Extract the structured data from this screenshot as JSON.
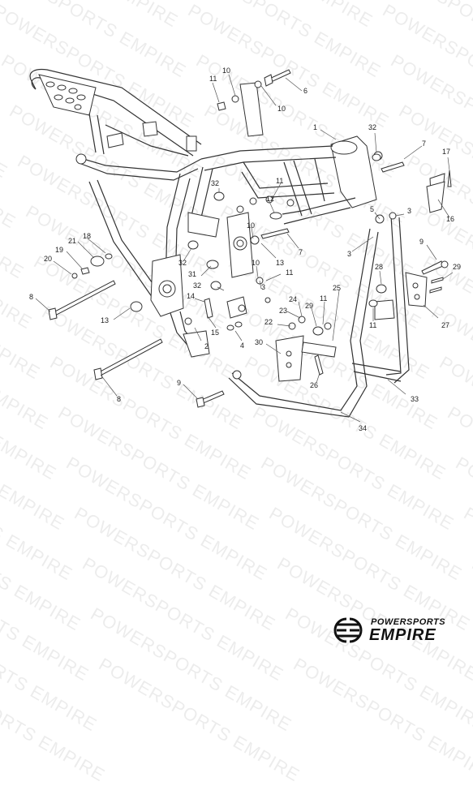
{
  "watermark": {
    "text": "POWERSPORTS EMPIRE"
  },
  "callouts": [
    {
      "id": "c1",
      "label": "1"
    },
    {
      "id": "c2",
      "label": "2"
    },
    {
      "id": "c3a",
      "label": "3"
    },
    {
      "id": "c3b",
      "label": "3"
    },
    {
      "id": "c3c",
      "label": "3"
    },
    {
      "id": "c4",
      "label": "4"
    },
    {
      "id": "c5",
      "label": "5"
    },
    {
      "id": "c6",
      "label": "6"
    },
    {
      "id": "c7a",
      "label": "7"
    },
    {
      "id": "c7b",
      "label": "7"
    },
    {
      "id": "c8a",
      "label": "8"
    },
    {
      "id": "c8b",
      "label": "8"
    },
    {
      "id": "c9a",
      "label": "9"
    },
    {
      "id": "c9b",
      "label": "9"
    },
    {
      "id": "c10a",
      "label": "10"
    },
    {
      "id": "c10b",
      "label": "10"
    },
    {
      "id": "c10c",
      "label": "10"
    },
    {
      "id": "c10d",
      "label": "10"
    },
    {
      "id": "c11a",
      "label": "11"
    },
    {
      "id": "c11b",
      "label": "11"
    },
    {
      "id": "c11c",
      "label": "11"
    },
    {
      "id": "c11d",
      "label": "11"
    },
    {
      "id": "c11e",
      "label": "11"
    },
    {
      "id": "c12",
      "label": "12"
    },
    {
      "id": "c13a",
      "label": "13"
    },
    {
      "id": "c13b",
      "label": "13"
    },
    {
      "id": "c14",
      "label": "14"
    },
    {
      "id": "c15",
      "label": "15"
    },
    {
      "id": "c16",
      "label": "16"
    },
    {
      "id": "c17",
      "label": "17"
    },
    {
      "id": "c18",
      "label": "18"
    },
    {
      "id": "c19",
      "label": "19"
    },
    {
      "id": "c20",
      "label": "20"
    },
    {
      "id": "c21",
      "label": "21"
    },
    {
      "id": "c22",
      "label": "22"
    },
    {
      "id": "c23",
      "label": "23"
    },
    {
      "id": "c24",
      "label": "24"
    },
    {
      "id": "c25",
      "label": "25"
    },
    {
      "id": "c26",
      "label": "26"
    },
    {
      "id": "c27",
      "label": "27"
    },
    {
      "id": "c28",
      "label": "28"
    },
    {
      "id": "c29a",
      "label": "29"
    },
    {
      "id": "c29b",
      "label": "29"
    },
    {
      "id": "c30",
      "label": "30"
    },
    {
      "id": "c31",
      "label": "31"
    },
    {
      "id": "c32a",
      "label": "32"
    },
    {
      "id": "c32b",
      "label": "32"
    },
    {
      "id": "c32c",
      "label": "32"
    },
    {
      "id": "c32d",
      "label": "32"
    },
    {
      "id": "c33",
      "label": "33"
    },
    {
      "id": "c34",
      "label": "34"
    }
  ],
  "logo": {
    "line1": "POWERSPORTS",
    "line2": "EMPIRE",
    "mark_icon": "ee-monogram-icon"
  },
  "colors": {
    "line": "#333333",
    "label": "#222222",
    "watermark": "#000000"
  }
}
